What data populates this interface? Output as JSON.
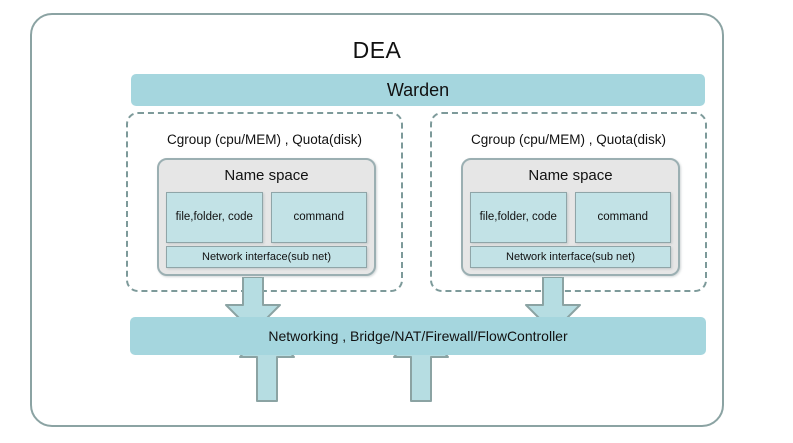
{
  "diagram": {
    "title": "DEA",
    "warden": {
      "label": "Warden"
    },
    "containers": [
      {
        "cgroup_label": "Cgroup (cpu/MEM) , Quota(disk)",
        "namespace_title": "Name space",
        "cells": [
          "file,folder, code",
          "command"
        ],
        "network_interface": "Network interface(sub net)"
      },
      {
        "cgroup_label": "Cgroup (cpu/MEM) , Quota(disk)",
        "namespace_title": "Name space",
        "cells": [
          "file,folder, code",
          "command"
        ],
        "network_interface": "Network interface(sub net)"
      }
    ],
    "networking": {
      "label": "Networking , Bridge/NAT/Firewall/FlowController"
    },
    "arrows": [
      {
        "name": "down-arrow-left",
        "direction": "down"
      },
      {
        "name": "down-arrow-right",
        "direction": "down"
      },
      {
        "name": "up-arrow-left",
        "direction": "up"
      },
      {
        "name": "up-arrow-right",
        "direction": "up"
      }
    ]
  },
  "colors": {
    "frame_border": "#8ba3a3",
    "bar_fill": "#a5d6de",
    "dashed_border": "#7d9a9a",
    "namespace_fill": "#e6e6e6",
    "namespace_border": "#9bafb2",
    "cell_fill": "#c2e2e6",
    "cell_border": "#8fa5a8",
    "arrow_fill": "#b6dde2",
    "arrow_border": "#8ba3a3",
    "text": "#111111",
    "background": "#ffffff"
  }
}
